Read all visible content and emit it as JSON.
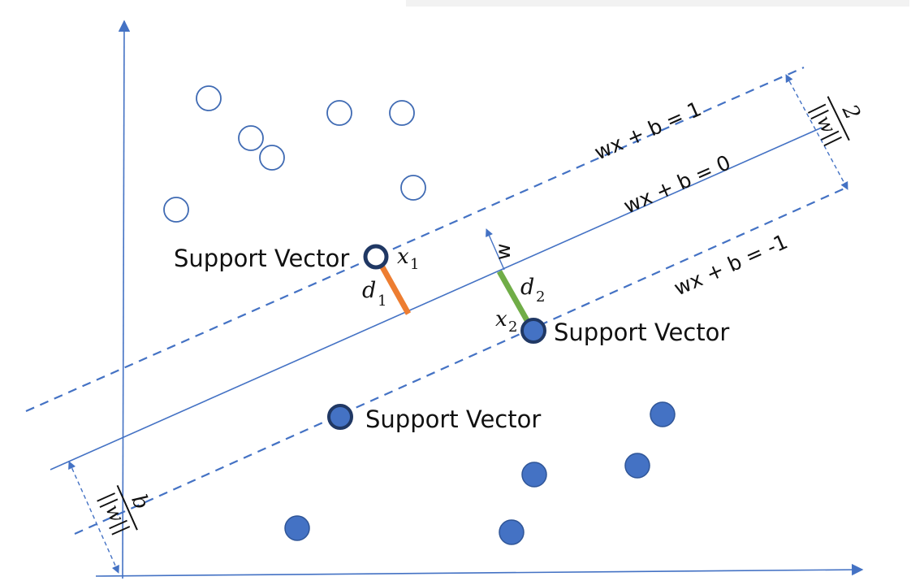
{
  "colors": {
    "line": "#4472c4",
    "filled_point": "#4472c4",
    "filled_stroke": "#2f5597",
    "hollow_point_stroke": "#3f6ab3",
    "support_vector_stroke": "#203864",
    "d1_segment": "#ed7d31",
    "d2_segment": "#70ad47",
    "text": "#111111"
  },
  "labels": {
    "support_vector": "Support Vector",
    "upper_margin": "wx + b = 1",
    "hyperplane": "wx + b = 0",
    "lower_margin": "wx + b = -1",
    "normal_vector": "w",
    "x1_var": "x",
    "x1_sub": "1",
    "x2_var": "x",
    "x2_sub": "2",
    "d1_var": "d",
    "d1_sub": "1",
    "d2_var": "d",
    "d2_sub": "2",
    "margin_numerator": "2",
    "margin_denominator": "||w||",
    "offset_numerator": "b",
    "offset_denominator": "||w||"
  }
}
